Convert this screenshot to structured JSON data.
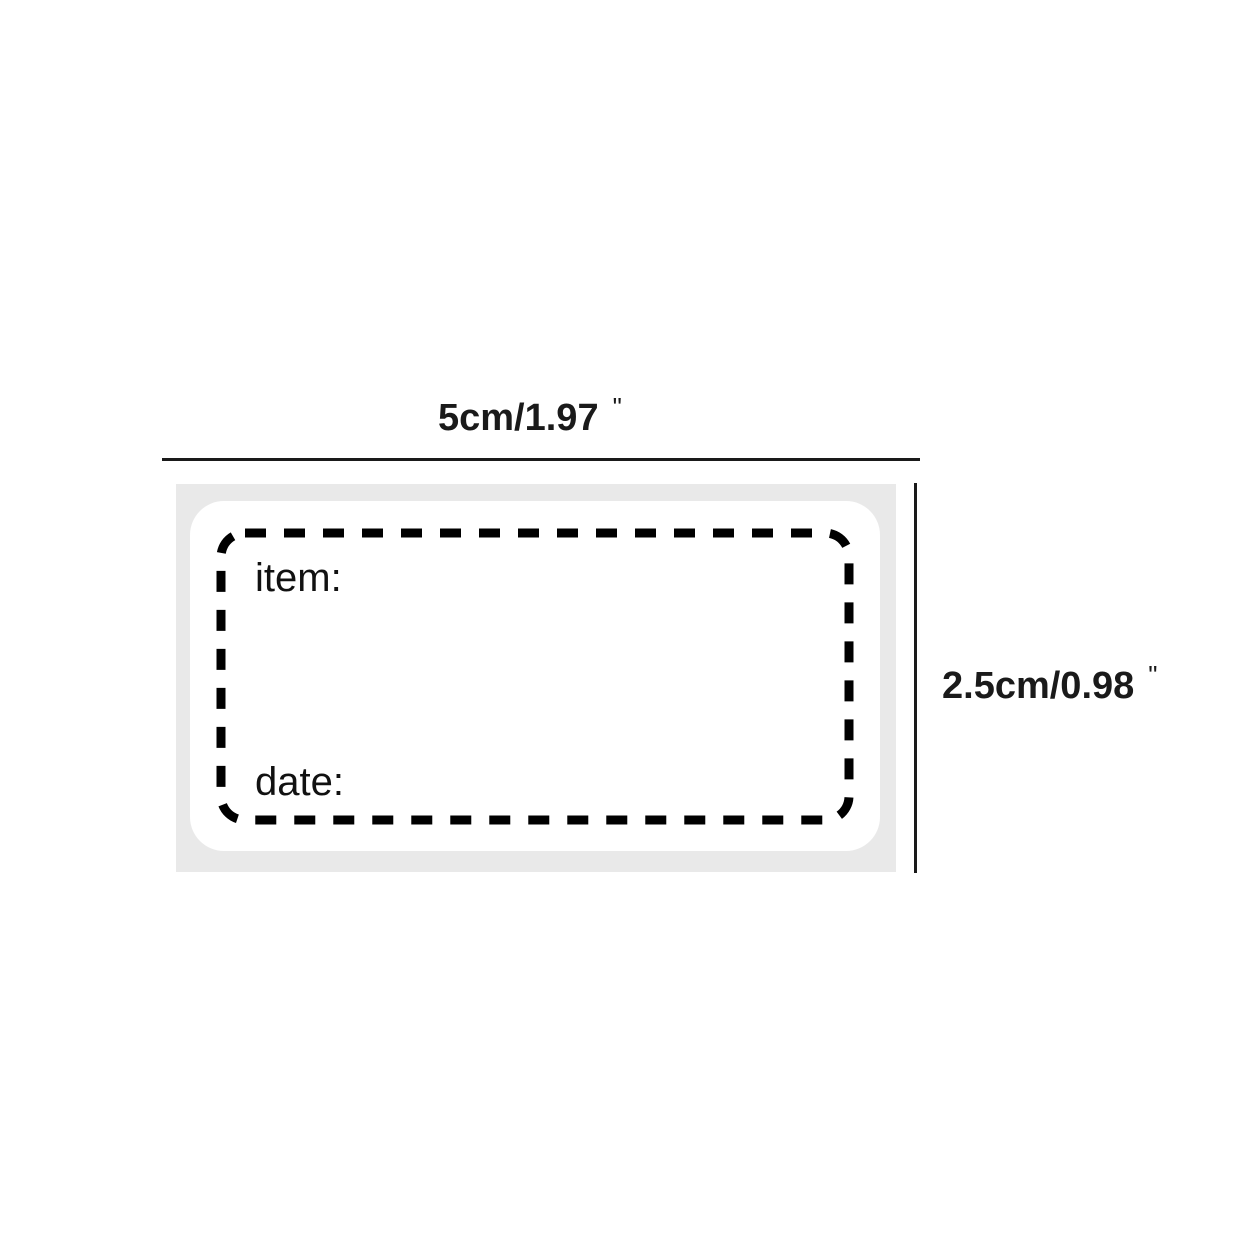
{
  "dimensions": {
    "width_label": "5cm/1.97",
    "height_label": "2.5cm/0.98",
    "inch_mark": "\""
  },
  "label": {
    "item_field": "item:",
    "date_field": "date:",
    "border_style": "dashed",
    "border_color": "#000000",
    "liner_color": "#e9e9e9",
    "sticker_color": "#ffffff"
  }
}
